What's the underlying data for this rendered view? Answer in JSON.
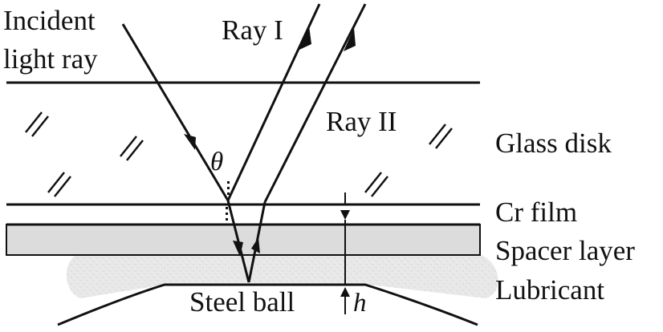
{
  "labels": {
    "incident_line1": "Incident",
    "incident_line2": "light ray",
    "ray1": "Ray I",
    "ray2": "Ray II",
    "theta": "θ",
    "glass_disk": "Glass disk",
    "cr_film": "Cr film",
    "spacer_layer": "Spacer layer",
    "lubricant": "Lubricant",
    "steel_ball": "Steel ball",
    "h": "h"
  },
  "colors": {
    "ink": "#111111",
    "spacer_fill": "#dcdcdc",
    "lubricant_fill": "#e6e6e6",
    "background": "#ffffff"
  }
}
